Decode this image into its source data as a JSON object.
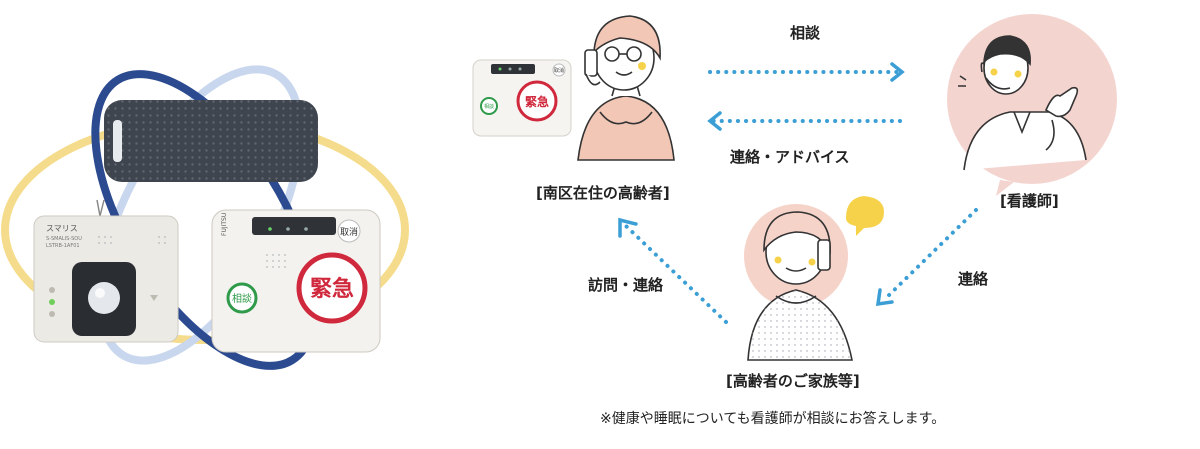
{
  "devices": {
    "sensor_brand": "スマリス",
    "sensor_model": "S-SMALIS-SOU",
    "sensor_model_sub": "LSTRB-1AF01",
    "panel_brand": "FUJITSU",
    "panel_cancel": "取消",
    "panel_consult": "相談",
    "panel_emergency": "緊急",
    "small_cancel": "取消",
    "small_consult": "相談",
    "small_emergency": "緊急"
  },
  "diagram": {
    "elderly_label": "[南区在住の高齢者]",
    "nurse_label": "[看護師]",
    "family_label": "[高齢者のご家族等]",
    "arrow_consult": "相談",
    "arrow_contact_advice": "連絡・アドバイス",
    "arrow_contact": "連絡",
    "arrow_visit_contact": "訪問・連絡",
    "footnote": "※健康や睡眠についても看護師が相談にお答えします。"
  },
  "colors": {
    "orbit_blue": "#2b4a8f",
    "orbit_light_blue": "#c9d7ee",
    "orbit_yellow": "#f5dc8c",
    "arrow_dotted": "#3b9fd6",
    "emergency_red": "#d0283c",
    "consult_green": "#2e9a4a",
    "skin_pink": "#f2c7b6",
    "nurse_circle": "#f4d4cf",
    "family_circle": "#f5d3c8",
    "speech_bubble": "#f6d24a"
  }
}
